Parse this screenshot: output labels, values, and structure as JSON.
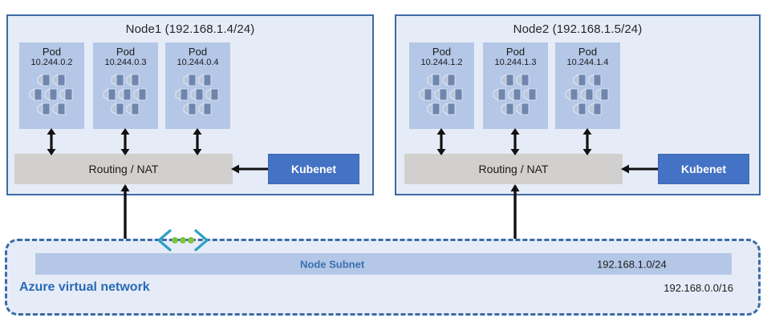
{
  "diagram": {
    "title_alt": "Azure Kubernetes Service kubenet networking",
    "colors": {
      "node_border": "#3c6ba5",
      "node_fill": "#e6ecf7",
      "pod_fill": "#b4c7e7",
      "routing_fill": "#d2d0ce",
      "kubenet_fill": "#4472c4",
      "subnet_fill": "#b4c7e7",
      "accent_text": "#2a6ab5",
      "chevron": "#2e9ec4",
      "dot": "#7dc242",
      "arrow": "#111111"
    }
  },
  "nodes": [
    {
      "id": "node1",
      "title": "Node1 (192.168.1.4/24)",
      "routing_label": "Routing / NAT",
      "kubenet_label": "Kubenet",
      "pods": [
        {
          "label": "Pod",
          "ip": "10.244.0.2",
          "icon": "pod-cluster-icon"
        },
        {
          "label": "Pod",
          "ip": "10.244.0.3",
          "icon": "pod-cluster-icon"
        },
        {
          "label": "Pod",
          "ip": "10.244.0.4",
          "icon": "pod-cluster-icon"
        }
      ]
    },
    {
      "id": "node2",
      "title": "Node2 (192.168.1.5/24)",
      "routing_label": "Routing / NAT",
      "kubenet_label": "Kubenet",
      "pods": [
        {
          "label": "Pod",
          "ip": "10.244.1.2",
          "icon": "pod-cluster-icon"
        },
        {
          "label": "Pod",
          "ip": "10.244.1.3",
          "icon": "pod-cluster-icon"
        },
        {
          "label": "Pod",
          "ip": "10.244.1.4",
          "icon": "pod-cluster-icon"
        }
      ]
    }
  ],
  "vnet": {
    "title": "Azure virtual network",
    "cidr": "192.168.0.0/16",
    "subnet": {
      "label": "Node Subnet",
      "cidr": "192.168.1.0/24"
    },
    "decorator_icon": "chevron-dots-icon"
  }
}
